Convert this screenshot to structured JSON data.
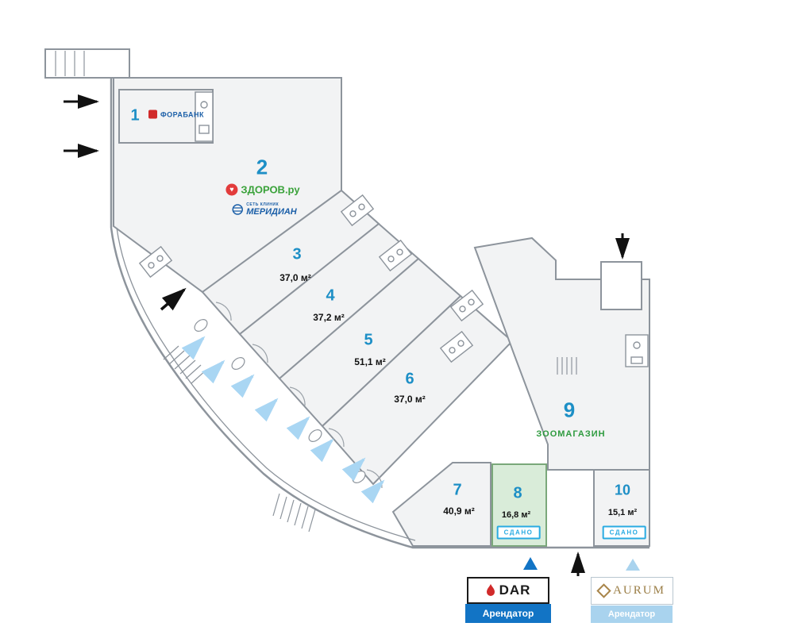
{
  "plan": {
    "units": [
      {
        "number": "1"
      },
      {
        "number": "2"
      },
      {
        "number": "3",
        "area": "37,0 м²"
      },
      {
        "number": "4",
        "area": "37,2 м²"
      },
      {
        "number": "5",
        "area": "51,1 м²"
      },
      {
        "number": "6",
        "area": "37,0 м²"
      },
      {
        "number": "7",
        "area": "40,9 м²"
      },
      {
        "number": "8",
        "area": "16,8 м²",
        "status": "СДАНО"
      },
      {
        "number": "9",
        "tenant": "ЗООМАГАЗИН"
      },
      {
        "number": "10",
        "area": "15,1 м²",
        "status": "СДАНО"
      }
    ],
    "logos": {
      "forabank": "ФОРАБАНК",
      "zdorov": "ЗДОРОВ.ру",
      "meridian_subtitle": "СЕТЬ КЛИНИК",
      "meridian": "МЕРИДИАН"
    },
    "icons": {
      "heart": "♥"
    },
    "banners": [
      {
        "logo": "DAR",
        "label": "Арендатор"
      },
      {
        "logo": "AURUM",
        "label": "Арендатор"
      }
    ],
    "colors": {
      "unit_number": "#1d8fc6",
      "zoo_green": "#2f9b3f",
      "sdano_blue": "#29abe2",
      "banner_blue": "#1274c5",
      "banner_light_blue": "#a9d3ee",
      "wall_gray": "#8d949c",
      "unit_fill": "#f2f3f4",
      "unit8_fill": "#d9ecd9",
      "flow_arrow_blue": "#a9d6f3"
    }
  }
}
